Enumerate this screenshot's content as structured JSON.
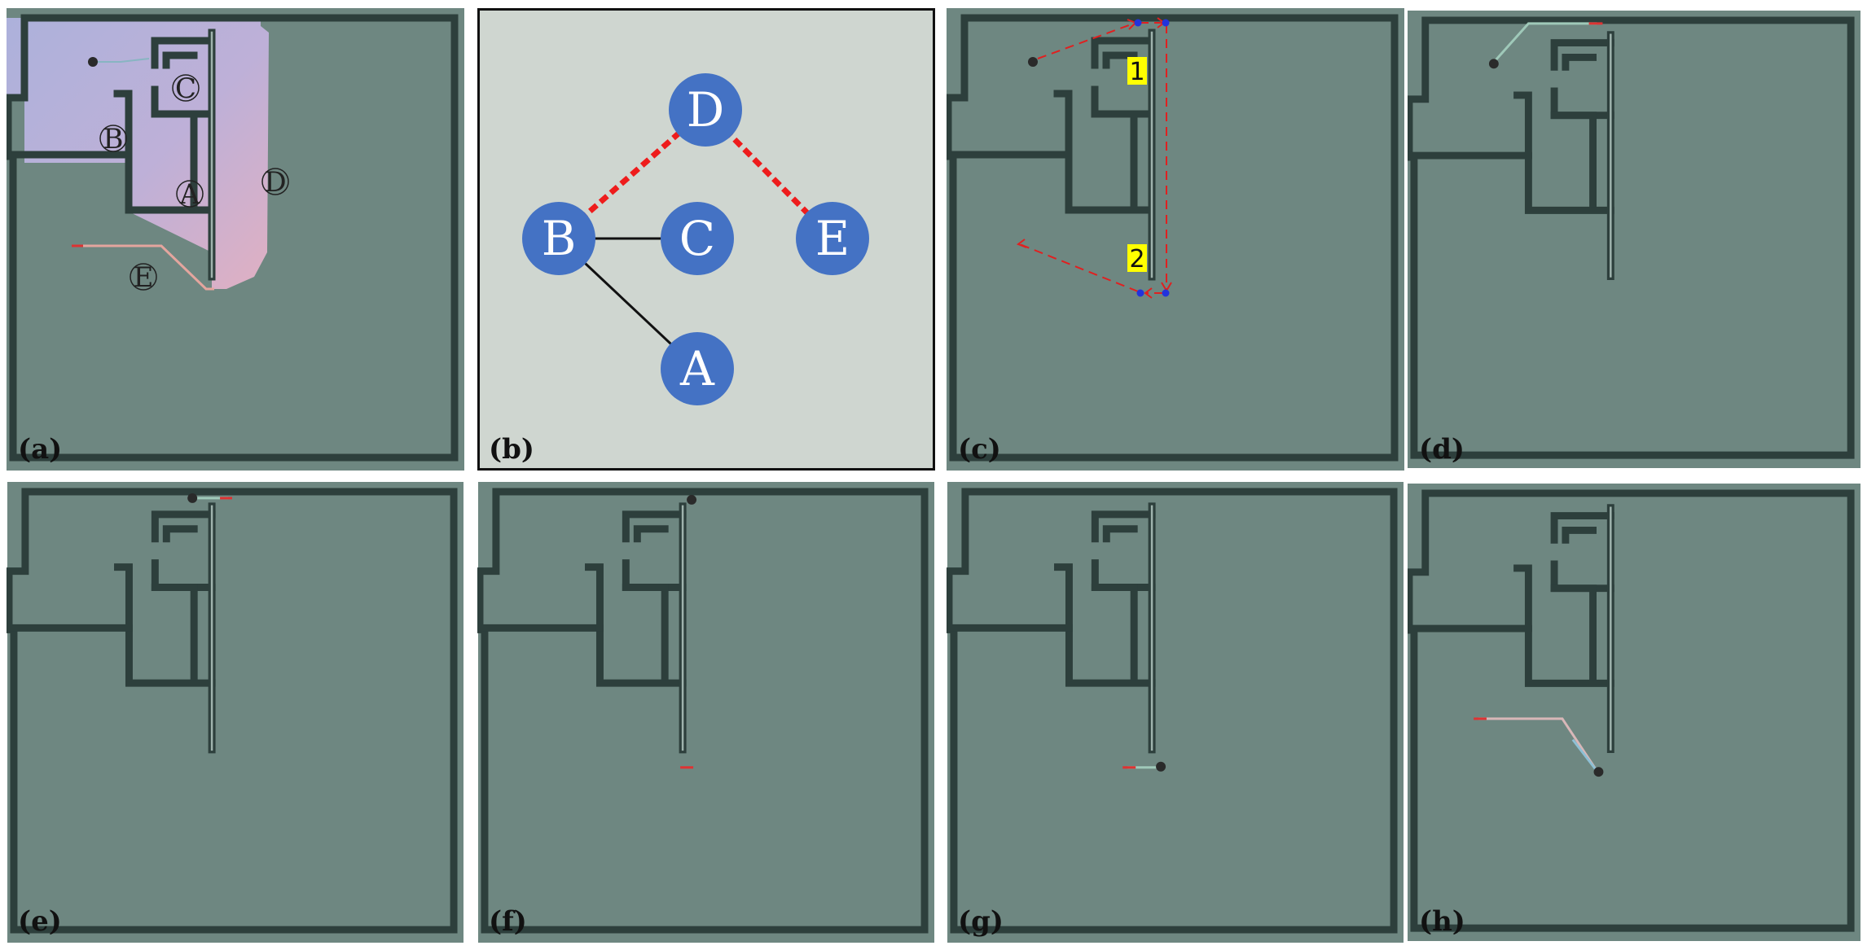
{
  "panels": {
    "a": {
      "label": "(a)",
      "rooms": [
        "A",
        "B",
        "C",
        "D",
        "E"
      ]
    },
    "b": {
      "label": "(b)",
      "nodes": [
        "D",
        "B",
        "C",
        "E",
        "A"
      ],
      "edges": [
        {
          "from": "B",
          "to": "C",
          "style": "solid"
        },
        {
          "from": "B",
          "to": "A",
          "style": "solid"
        },
        {
          "from": "B",
          "to": "D",
          "style": "dashed"
        },
        {
          "from": "D",
          "to": "E",
          "style": "dashed"
        }
      ]
    },
    "c": {
      "label": "(c)",
      "waypoints": [
        "1",
        "2"
      ]
    },
    "d": {
      "label": "(d)"
    },
    "e": {
      "label": "(e)"
    },
    "f": {
      "label": "(f)"
    },
    "g": {
      "label": "(g)"
    },
    "h": {
      "label": "(h)"
    }
  },
  "colors": {
    "map_background": "#cfd6d0",
    "map_background_dark": "#c3c5c3",
    "outside_region": "#6e8781",
    "wall": "#2d3f3c",
    "node_fill": "#4472c4",
    "dashed_edge": "#ee1c1c",
    "robot": "#2a2a2a",
    "waypoint": "#2233dd",
    "highlight": "#ffff00",
    "explored_blue": "#b2b5e3",
    "explored_pink": "#e8b2c8"
  }
}
